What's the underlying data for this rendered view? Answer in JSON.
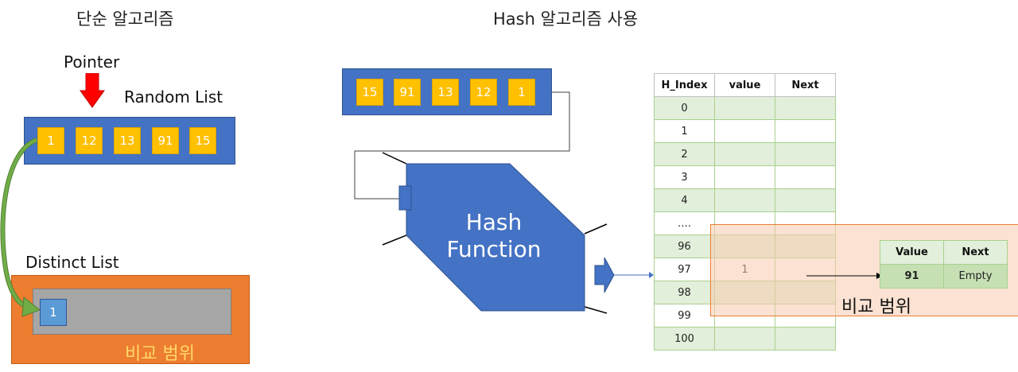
{
  "left": {
    "title": "단순 알고리즘",
    "pointer_label": "Pointer",
    "random_list_label": "Random List",
    "random_list": [
      "1",
      "12",
      "13",
      "91",
      "15"
    ],
    "distinct_list_label": "Distinct List",
    "distinct_list": [
      "1"
    ],
    "compare_range_label": "비교 범위"
  },
  "right": {
    "title": "Hash 알고리즘 사용",
    "input_list": [
      "15",
      "91",
      "13",
      "12",
      "1"
    ],
    "hash_function_line1": "Hash",
    "hash_function_line2": "Function",
    "table_headers": [
      "H_Index",
      "value",
      "Next"
    ],
    "table_rows": [
      {
        "index": "0",
        "value": "",
        "next": ""
      },
      {
        "index": "1",
        "value": "",
        "next": ""
      },
      {
        "index": "2",
        "value": "",
        "next": ""
      },
      {
        "index": "3",
        "value": "",
        "next": ""
      },
      {
        "index": "4",
        "value": "",
        "next": ""
      },
      {
        "index": "….",
        "value": "",
        "next": ""
      },
      {
        "index": "96",
        "value": "",
        "next": ""
      },
      {
        "index": "97",
        "value": "1",
        "next": ""
      },
      {
        "index": "98",
        "value": "",
        "next": ""
      },
      {
        "index": "99",
        "value": "",
        "next": ""
      },
      {
        "index": "100",
        "value": "",
        "next": ""
      }
    ],
    "node_headers": [
      "Value",
      "Next"
    ],
    "node_row": [
      "91",
      "Empty"
    ],
    "compare_range_label": "비교 범위"
  },
  "colors": {
    "blue": "#4472c4",
    "yellow": "#ffc000",
    "orange": "#ed7d31",
    "gray": "#a6a6a6",
    "green_light": "#e2efda",
    "red_arrow": "#ff0000",
    "green_arrow": "#70ad47"
  }
}
